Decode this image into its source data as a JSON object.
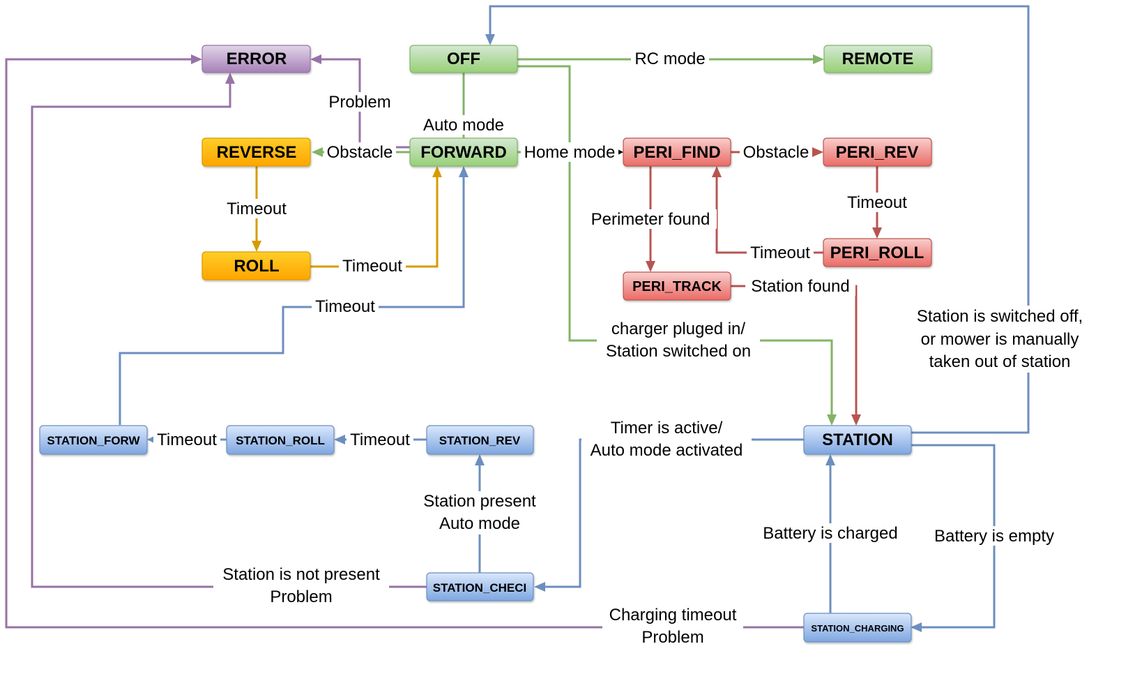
{
  "colors": {
    "green": "#82b366",
    "red": "#b85450",
    "orange": "#d79b00",
    "blue": "#6c8ebf",
    "purple": "#9673a6"
  },
  "nodes": {
    "error": "ERROR",
    "off": "OFF",
    "remote": "REMOTE",
    "reverse": "REVERSE",
    "forward": "FORWARD",
    "roll": "ROLL",
    "peri_find": "PERI_FIND",
    "peri_rev": "PERI_REV",
    "peri_roll": "PERI_ROLL",
    "peri_track": "PERI_TRACK",
    "station": "STATION",
    "station_forw": "STATION_FORW",
    "station_roll": "STATION_ROLL",
    "station_rev": "STATION_REV",
    "station_check": "STATION_CHECI",
    "station_charging": "STATION_CHARGING"
  },
  "labels": {
    "rc_mode": "RC mode",
    "problem_forward_error": "Problem",
    "auto_mode": "Auto mode",
    "obstacle_forward_reverse": "Obstacle",
    "home_mode": "Home mode",
    "obstacle_peri": "Obstacle",
    "timeout_reverse_roll": "Timeout",
    "timeout_peri_rev_roll": "Timeout",
    "perimeter_found": "Perimeter found",
    "timeout_peri_roll_find": "Timeout",
    "timeout_roll_forward": "Timeout",
    "station_found": "Station found",
    "timeout_station_forw_forward": "Timeout",
    "charger_line1": "charger pluged in/",
    "charger_line2": "Station switched on",
    "switched_off_line1": "Station is switched off,",
    "switched_off_line2": "or mower is manually",
    "switched_off_line3": "taken out of station",
    "timeout_roll_forw": "Timeout",
    "timeout_rev_roll": "Timeout",
    "timer_line1": "Timer is active/",
    "timer_line2": "Auto mode activated",
    "station_present_line1": "Station present",
    "station_present_line2": "Auto mode",
    "battery_charged": "Battery is charged",
    "battery_empty": "Battery is empty",
    "not_present_line1": "Station is not present",
    "not_present_line2": "Problem",
    "charging_timeout_line1": "Charging timeout",
    "charging_timeout_line2": "Problem"
  }
}
